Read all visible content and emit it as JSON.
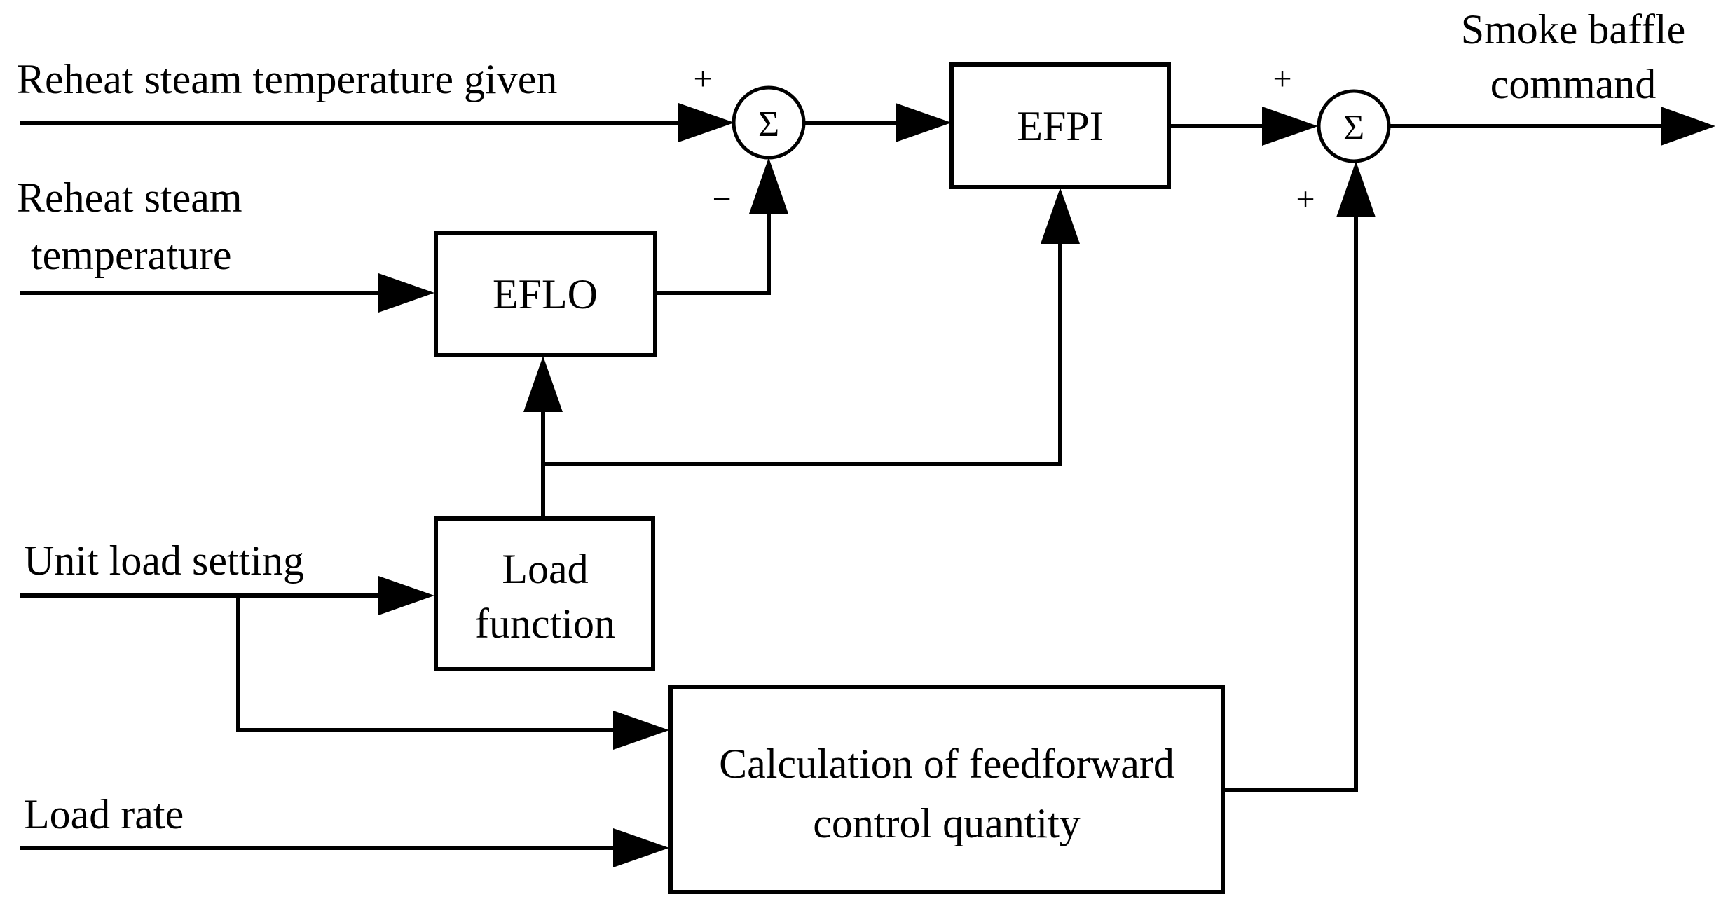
{
  "inputs": {
    "reheat_given": "Reheat steam temperature given",
    "reheat_temp_line1": "Reheat steam",
    "reheat_temp_line2": "temperature",
    "unit_load": "Unit load setting",
    "load_rate": "Load rate"
  },
  "output": {
    "line1": "Smoke baffle",
    "line2": "command"
  },
  "blocks": {
    "eflo": "EFLO",
    "efpi": "EFPI",
    "load_function_line1": "Load",
    "load_function_line2": "function",
    "feedforward_line1": "Calculation of feedforward",
    "feedforward_line2": "control quantity"
  },
  "summing": {
    "symbol": "Σ",
    "sum1_plus": "+",
    "sum1_minus": "−",
    "sum2_plus_top": "+",
    "sum2_plus_bottom": "+"
  }
}
